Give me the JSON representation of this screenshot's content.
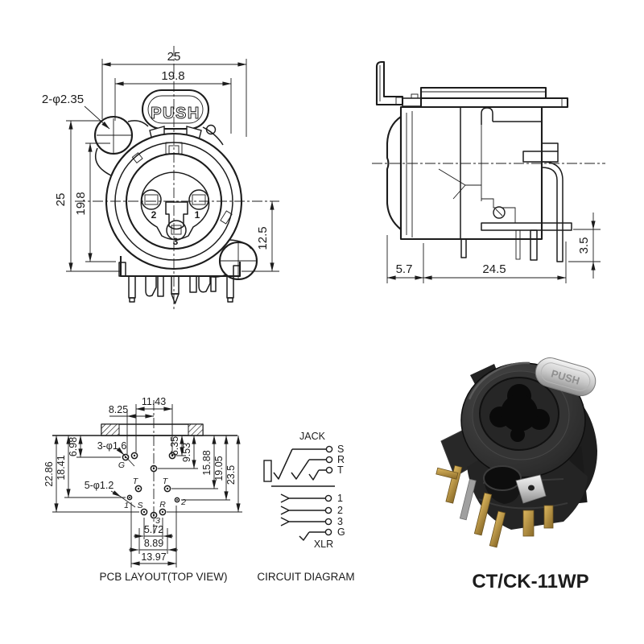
{
  "page": {
    "background": "#ffffff",
    "line_color": "#1c1c1c"
  },
  "front_view": {
    "push_label": "PUSH",
    "pin_left": "2",
    "pin_right": "1",
    "pin_bottom": "3",
    "dims": {
      "overall_width": "25",
      "flange_width": "19.8",
      "mounting_holes": "2-φ2.35",
      "overall_height": "25",
      "flange_height": "19.8",
      "pin_row_offset": "12.5"
    }
  },
  "side_view": {
    "dims": {
      "front_depth": "5.7",
      "body_depth": "24.5",
      "pin_length": "3.5"
    }
  },
  "pcb_layout": {
    "caption": "PCB LAYOUT(TOP VIEW)",
    "dims": {
      "top_span": "11.43",
      "top_left_span": "8.25",
      "hole_note_large": "3-φ1.6",
      "hole_note_small": "5-φ1.2",
      "left_v1": "6.98",
      "left_v2": "18.41",
      "left_v3": "22.86",
      "right_v1": "6.35",
      "right_v2": "9.53",
      "right_v3": "15.88",
      "right_v4": "19.05",
      "right_v5": "23.5",
      "bottom_1": "5.72",
      "bottom_2": "8.89",
      "bottom_3": "13.97"
    },
    "hole_labels": {
      "g": "G",
      "t_left": "T",
      "t_right": "T",
      "p1": "1",
      "p2": "2",
      "p3": "3",
      "s": "S",
      "r": "R"
    }
  },
  "circuit_diagram": {
    "caption": "CIRCUIT DIAGRAM",
    "jack_label": "JACK",
    "xlr_label": "XLR",
    "jack_terminals": {
      "s": "S",
      "r": "R",
      "t": "T"
    },
    "xlr_terminals": {
      "n1": "1",
      "n2": "2",
      "n3": "3",
      "g": "G"
    }
  },
  "product": {
    "model": "CT/CK-11WP",
    "latch_label": "PUSH",
    "colors": {
      "body": "#2b2b2b",
      "metal": "#d9d9d9",
      "gold": "#bf9b4a"
    }
  }
}
